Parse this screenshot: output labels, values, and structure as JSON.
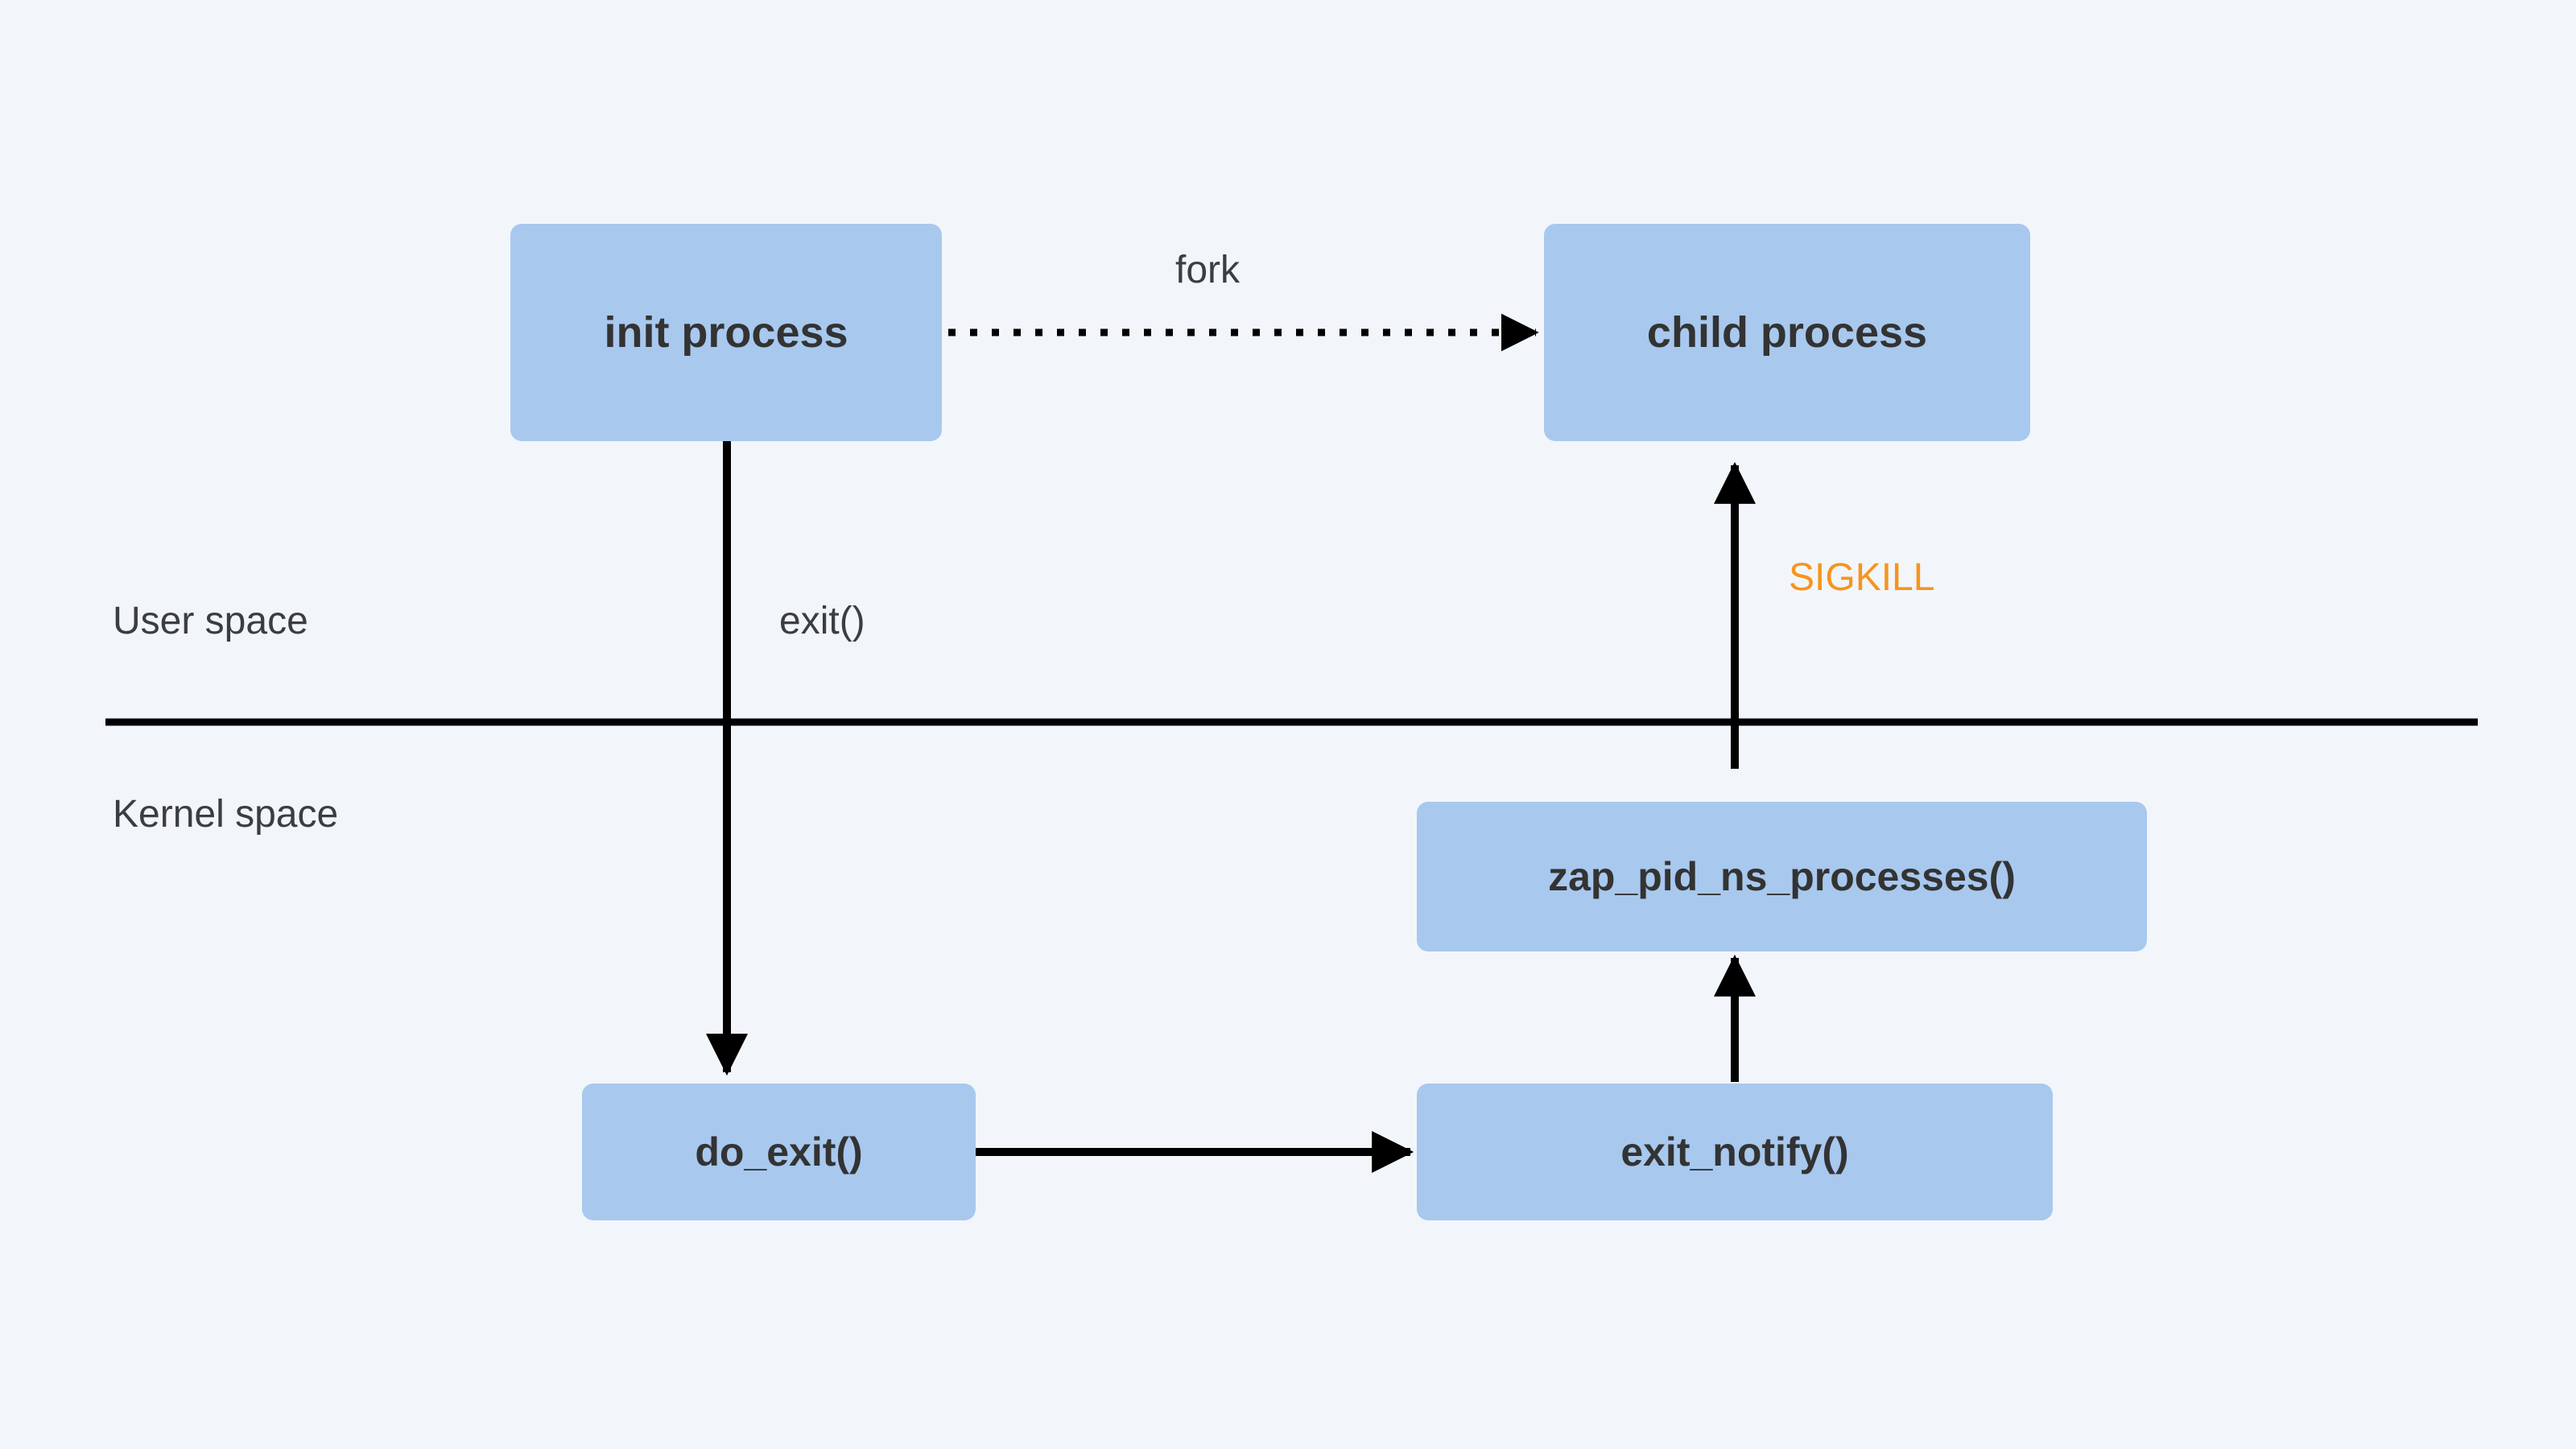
{
  "diagram": {
    "title": "Linux init process exit in a PID namespace",
    "type": "flow-diagram",
    "background_color": "#f2f6fb",
    "node_fill_color": "#a8c8ee",
    "node_text_color": "#333333",
    "edge_color": "#000000",
    "accent_color": "#f7941e",
    "label_text_color": "#3a3e42"
  },
  "regions": {
    "user_space_label": "User space",
    "kernel_space_label": "Kernel space",
    "divider_name": "user-kernel-boundary"
  },
  "nodes": [
    {
      "id": "init-process",
      "label": "init process",
      "space": "user"
    },
    {
      "id": "child-process",
      "label": "child process",
      "space": "user"
    },
    {
      "id": "zap-pid-ns-processes",
      "label": "zap_pid_ns_processes()",
      "space": "kernel"
    },
    {
      "id": "do-exit",
      "label": "do_exit()",
      "space": "kernel"
    },
    {
      "id": "exit-notify",
      "label": "exit_notify()",
      "space": "kernel"
    }
  ],
  "edges": [
    {
      "id": "fork-edge",
      "from": "init-process",
      "to": "child-process",
      "label": "fork",
      "style": "dotted"
    },
    {
      "id": "exit-edge",
      "from": "init-process",
      "to": "do-exit",
      "label": "exit()",
      "style": "solid"
    },
    {
      "id": "do-exit-to-exit-notify-edge",
      "from": "do-exit",
      "to": "exit-notify",
      "label": "",
      "style": "solid"
    },
    {
      "id": "exit-notify-to-zap-edge",
      "from": "exit-notify",
      "to": "zap-pid-ns-processes",
      "label": "",
      "style": "solid"
    },
    {
      "id": "sigkill-edge",
      "from": "zap-pid-ns-processes",
      "to": "child-process",
      "label": "SIGKILL",
      "style": "solid"
    }
  ]
}
